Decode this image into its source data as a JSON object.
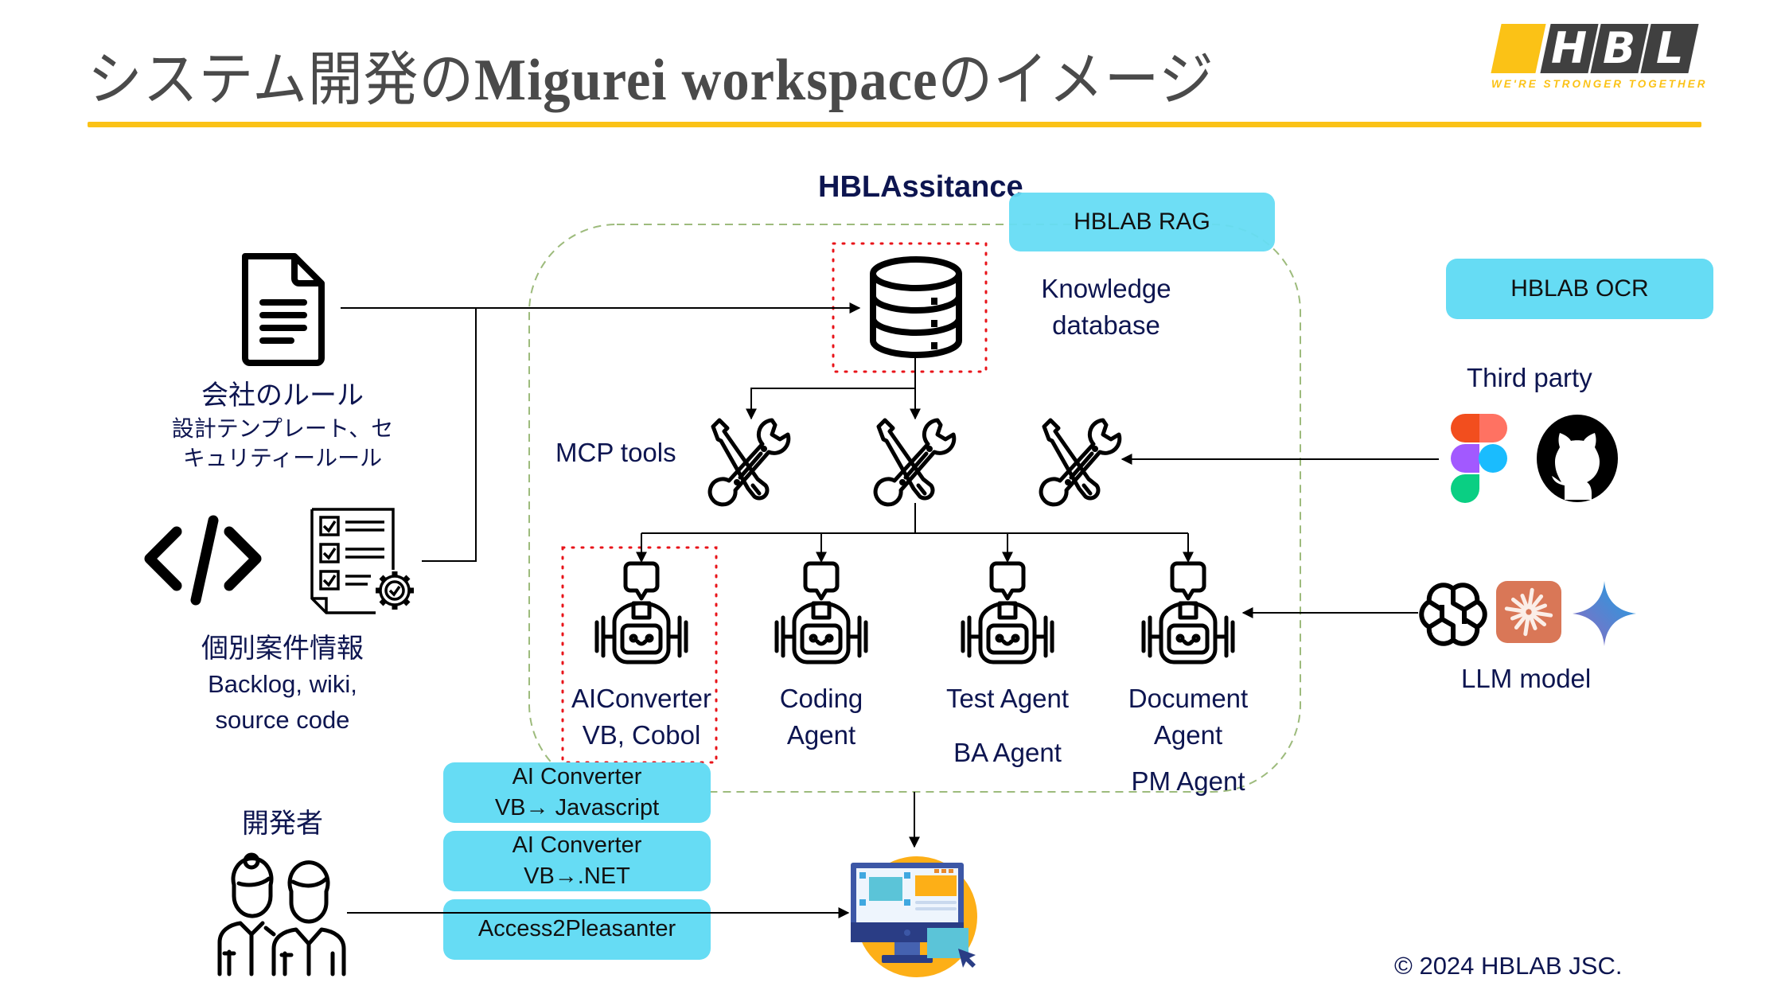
{
  "header": {
    "title_jp_prefix": "システム開発の",
    "title_bold": "Migurei workspace",
    "title_jp_suffix": "のイメージ",
    "logo": {
      "letters": [
        "H",
        "B",
        "L"
      ],
      "tagline": "WE'RE STRONGER TOGETHER",
      "brand_color": "#fbc216",
      "box_color": "#404040"
    }
  },
  "assistant": {
    "title": "HBLAssitance",
    "rag_label": "HBLAB RAG",
    "knowledge_db": [
      "Knowledge",
      "database"
    ],
    "mcp_label": "MCP tools",
    "agents": [
      {
        "line1": "AIConverter",
        "line2": "VB, Cobol",
        "highlighted": true
      },
      {
        "line1": "Coding",
        "line2": "Agent",
        "highlighted": false
      },
      {
        "line1": "Test Agent",
        "line2": "BA Agent",
        "highlighted": false
      },
      {
        "line1": "Document",
        "line2": "Agent",
        "line3": "PM Agent",
        "highlighted": false
      }
    ]
  },
  "sources": {
    "company_rules": {
      "title": "会社のルール",
      "line2": "設計テンプレート、セ",
      "line3": "キュリティールール"
    },
    "project_info": {
      "title": "個別案件情報",
      "line2": "Backlog, wiki,",
      "line3": "source code"
    }
  },
  "developer": {
    "label": "開発者"
  },
  "tools": [
    {
      "line1": "AI Converter",
      "line2": "VB→ Javascript"
    },
    {
      "line1": "AI Converter",
      "line2": "VB→.NET"
    },
    {
      "line1": "Access2Pleasanter",
      "line2": ""
    }
  ],
  "right": {
    "ocr_label": "HBLAB OCR",
    "third_party_label": "Third party",
    "third_party_icons": [
      "figma-icon",
      "github-icon"
    ],
    "llm_label": "LLM model",
    "llm_icons": [
      "openai-icon",
      "claude-icon",
      "gemini-icon"
    ]
  },
  "colors": {
    "cyan": "#66dcf4",
    "navy_text": "#0d1550",
    "dashed_green": "#9dbb7c",
    "dotted_red": "#e8141a",
    "accent_yellow": "#fbc216"
  },
  "footer": {
    "copyright": "© 2024 HBLAB JSC."
  }
}
